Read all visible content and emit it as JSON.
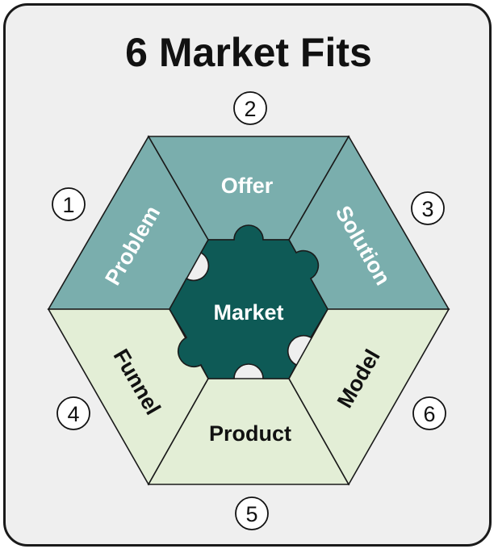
{
  "title": "6 Market Fits",
  "center_label": "Market",
  "segments": [
    {
      "label": "Problem",
      "number": "1"
    },
    {
      "label": "Offer",
      "number": "2"
    },
    {
      "label": "Solution",
      "number": "3"
    },
    {
      "label": "Funnel",
      "number": "4"
    },
    {
      "label": "Product",
      "number": "5"
    },
    {
      "label": "Model",
      "number": "6"
    }
  ],
  "colors": {
    "top_segments": "#7aaead",
    "bottom_segments": "#e3eed6",
    "center": "#0e5a56",
    "background": "#efefef"
  }
}
